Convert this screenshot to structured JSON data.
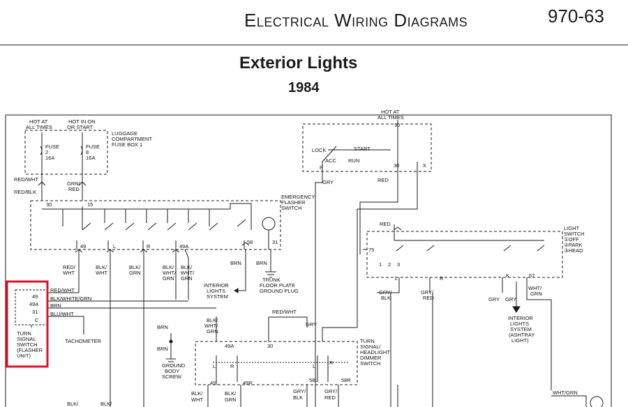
{
  "header": {
    "title": "Electrical Wiring Diagrams",
    "page": "970-63"
  },
  "diagram": {
    "title": "Exterior Lights",
    "year": "1984"
  },
  "labels": {
    "hot_all_times_l1": "HOT AT",
    "hot_all_times_l2": "ALL TIMES",
    "hot_run_l1": "HOT IN ON",
    "hot_run_l2": "OR START",
    "fuse2": "FUSE",
    "fuse2_num": "2",
    "fuse2_amp": "16A",
    "fuse8": "FUSE",
    "fuse8_num": "8",
    "fuse8_amp": "16A",
    "fusebox_l1": "LUGGAGE",
    "fusebox_l2": "COMPARTMENT",
    "fusebox_l3": "FUSE BOX 1",
    "red_wht": "RED/WHT",
    "red_blk": "RED/BLK",
    "grn_red_l1": "GRN/",
    "grn_red_l2": "RED",
    "t30": "30",
    "t15": "15",
    "efs_l1": "EMERGENCY",
    "efs_l2": "FLASHER",
    "efs_l3": "SWITCH",
    "t49": "49",
    "tL": "L",
    "tR": "R",
    "t49A": "49A",
    "t58": "58",
    "t31": "31",
    "w_red_wht_l1": "RED/",
    "w_red_wht_l2": "WHT",
    "w_blk_wht_l1": "BLK/",
    "w_blk_wht_l2": "WHT",
    "w_blk_grn_l1": "BLK/",
    "w_blk_grn_l2": "GRN",
    "w_bwg_l1": "BLK/",
    "w_bwg_l2": "WHT/",
    "w_bwg_l3": "GRN",
    "w_bwg2_l1": "BLK/",
    "w_bwg2_l2": "WHT/",
    "w_bwg2_l3": "GRN",
    "brn": "BRN",
    "brn2": "BRN",
    "ils_l1": "INTERIOR",
    "ils_l2": "LIGHTS",
    "ils_l3": "SYSTEM",
    "trunk_l1": "TRUNK",
    "trunk_l2": "FLOOR PLATE",
    "trunk_l3": "GROUND PLUG",
    "tss_49": "49",
    "tss_49A": "49A",
    "tss_31": "31",
    "tss_C": "C",
    "tss_l1": "TURN",
    "tss_l2": "SIGNAL",
    "tss_l3": "SWITCH",
    "tss_l4": "(FLASHER",
    "tss_l5": "UNIT)",
    "w_red_wht_h": "RED/WHT",
    "w_bwg_h": "BLK/WHITE/GRN",
    "w_brn_h": "BRN",
    "w_blu_wht_h": "BLU/WHT",
    "tachometer": "TACHOMETER",
    "brn3": "BRN",
    "brn4": "BRN",
    "gbs_l1": "GROUND",
    "gbs_l2": "BODY",
    "gbs_l3": "SCREW",
    "ign_hot_l1": "HOT AT",
    "ign_hot_l2": "ALL TIMES",
    "ign_30": "30",
    "ign_lock": "LOCK",
    "ign_start": "START",
    "ign_acc": "ACC",
    "ign_run": "RUN",
    "ign_p": "P",
    "ign_30b": "30",
    "ign_x": "X",
    "gry": "GRY",
    "red": "RED",
    "red2": "RED",
    "ls_l1": "LIGHT",
    "ls_l2": "SWITCH",
    "ls_l3": "①OFF",
    "ls_l4": "②PARK",
    "ls_l5": "③HEAD",
    "ls_75": "75",
    "ls_L": "L",
    "ls_R": "R",
    "ls_K": "K",
    "ls_57": "57",
    "n1": "1",
    "n2": "2",
    "n3": "3",
    "w_gry_blk_l1": "GRY/",
    "w_gry_blk_l2": "BLK",
    "w_gry_red_l1": "GRY/",
    "w_gry_red_l2": "RED",
    "gry2": "GRY",
    "gry3": "GRY",
    "w_wht_grn_l1": "WHT/",
    "w_wht_grn_l2": "GRN",
    "ils2_l1": "INTERIOR",
    "ils2_l2": "LIGHTS",
    "ils2_l3": "SYSTEM",
    "ils2_l4": "(ASHTRAY",
    "ils2_l5": "LIGHT)",
    "red_wht_tsh": "RED/WHT",
    "gry_tsh": "GRY",
    "w_bwg3_l1": "BLK/",
    "w_bwg3_l2": "WHT/",
    "w_bwg3_l3": "GRN",
    "tsh_49A": "49A",
    "tsh_30": "30",
    "tsh_l1": "TURN",
    "tsh_l2": "SIGNAL/",
    "tsh_l3": "HEADLIGHT",
    "tsh_l4": "DIMMER",
    "tsh_l5": "SWITCH",
    "tsh_L": "L",
    "tsh_R": "R",
    "tsh_L2": "L",
    "tsh_R2": "R",
    "tsh_49L": "49L",
    "tsh_49R": "49R",
    "tsh_58L": "58L",
    "tsh_58R": "58R",
    "b_blk_wht_l1": "BLK/",
    "b_blk_wht_l2": "WHT",
    "b_blk_grn_l1": "BLK/",
    "b_blk_grn_l2": "GRN",
    "b_gry_blk_l1": "GRY/",
    "b_gry_blk_l2": "BLK",
    "b_gry_red_l1": "GRY/",
    "b_gry_red_l2": "RED",
    "b_blk1": "BLK/",
    "b_blk2": "BLK/",
    "wht_grn_br": "WHT/GRN"
  },
  "colors": {
    "ink": "#1a1a1a",
    "highlight": "#e0102a"
  }
}
